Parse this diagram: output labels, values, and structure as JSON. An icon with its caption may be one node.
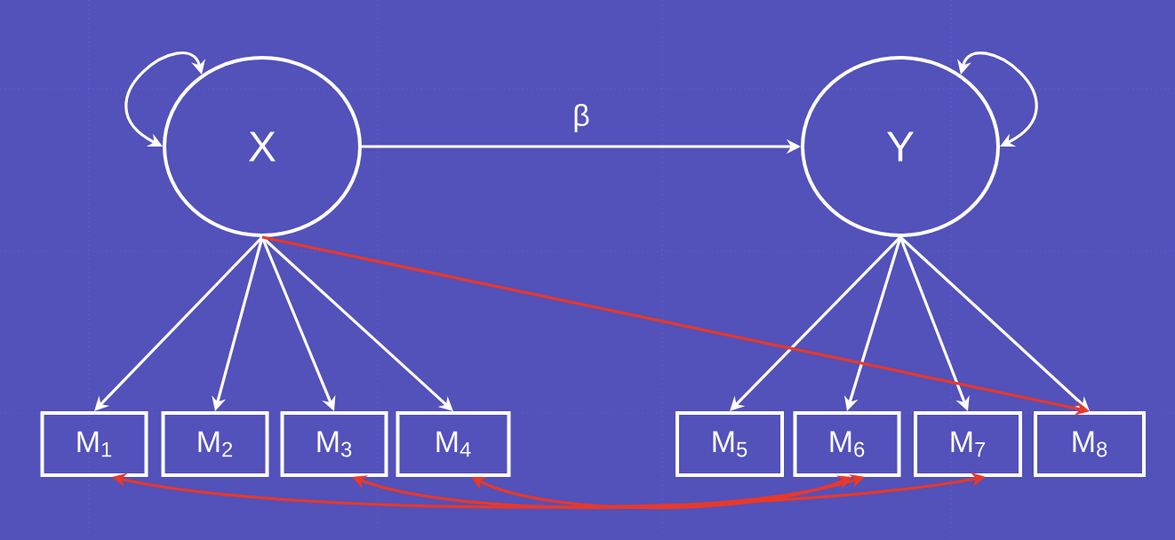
{
  "diagram": {
    "nodes": [
      {
        "text": [
          "X"
        ]
      },
      {
        "text": [
          "Y"
        ]
      },
      {
        "text": [
          "M$_{1}$"
        ]
      },
      {
        "text": [
          "M$_{2}$"
        ]
      },
      {
        "text": [
          "M$_{3}$"
        ]
      },
      {
        "text": [
          "M$_{4}$"
        ]
      },
      {
        "text": [
          "M$_{5}$"
        ]
      },
      {
        "text": [
          "M$_{6}$"
        ]
      },
      {
        "text": [
          "M$_{7}$"
        ]
      },
      {
        "text": [
          "M$_{8}$"
        ]
      }
    ],
    "edges": [
      {
        "from": 0,
        "to": 0,
        "arrow": "both"
      },
      {
        "from": 1,
        "to": 1,
        "arrow": "both"
      },
      {
        "from": 0,
        "to": 1,
        "arrow": "to",
        "label": "β"
      },
      {
        "from": 0,
        "to": 2,
        "arrow": "to"
      },
      {
        "from": 0,
        "to": 3,
        "arrow": "to"
      },
      {
        "from": 0,
        "to": 4,
        "arrow": "to"
      },
      {
        "from": 0,
        "to": 5,
        "arrow": "to"
      },
      {
        "from": 1,
        "to": 6,
        "arrow": "to"
      },
      {
        "from": 1,
        "to": 7,
        "arrow": "to"
      },
      {
        "from": 1,
        "to": 8,
        "arrow": "to"
      },
      {
        "from": 1,
        "to": 9,
        "arrow": "to"
      },
      {
        "from": 0,
        "to": 9,
        "arrow": "to",
        "color": "#e8392a"
      },
      {
        "from": 2,
        "to": 8,
        "arrow": "both",
        "color": "#e8392a"
      },
      {
        "from": 4,
        "to": 7,
        "arrow": "both",
        "color": "#e8392a"
      },
      {
        "from": 5,
        "to": 7,
        "arrow": "both",
        "color": "#e8392a"
      }
    ]
  }
}
